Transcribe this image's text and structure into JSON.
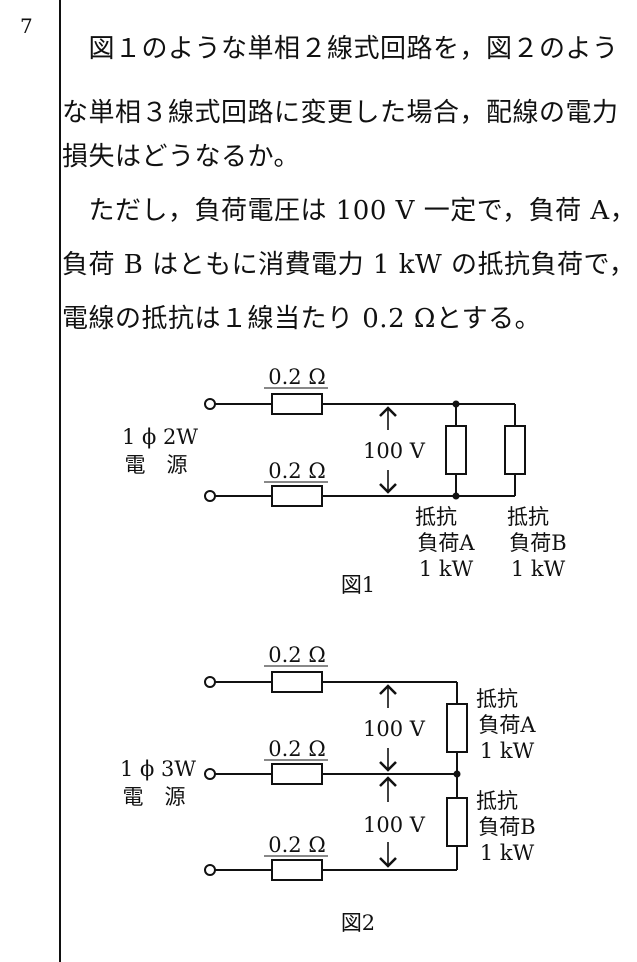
{
  "question_number": "7",
  "problem_lines": [
    "　図１のような単相２線式回路を，図２のよう",
    "な単相３線式回路に変更した場合，配線の電力",
    "損失はどうなるか。",
    "　ただし，負荷電圧は 100 V 一定で，負荷 A，",
    "負荷 B はともに消費電力 1 kW の抵抗負荷で，",
    "電線の抵抗は１線当たり 0.2 Ωとする。"
  ],
  "fig1": {
    "resistor_top": "0.2 Ω",
    "resistor_bottom": "0.2 Ω",
    "source_line1": "1 ϕ 2W",
    "source_line2": "電　源",
    "voltage": "100 V",
    "load_a_line1": "抵抗",
    "load_a_line2": "負荷A",
    "load_a_line3": "1 kW",
    "load_b_line1": "抵抗",
    "load_b_line2": "負荷B",
    "load_b_line3": "1 kW",
    "caption": "図1"
  },
  "fig2": {
    "resistor_top": "0.2 Ω",
    "resistor_mid": "0.2 Ω",
    "resistor_bottom": "0.2 Ω",
    "source_line1": "1 ϕ 3W",
    "source_line2": "電　源",
    "voltage_top": "100 V",
    "voltage_bottom": "100 V",
    "load_a_line1": "抵抗",
    "load_a_line2": "負荷A",
    "load_a_line3": "1 kW",
    "load_b_line1": "抵抗",
    "load_b_line2": "負荷B",
    "load_b_line3": "1 kW",
    "caption": "図2"
  }
}
